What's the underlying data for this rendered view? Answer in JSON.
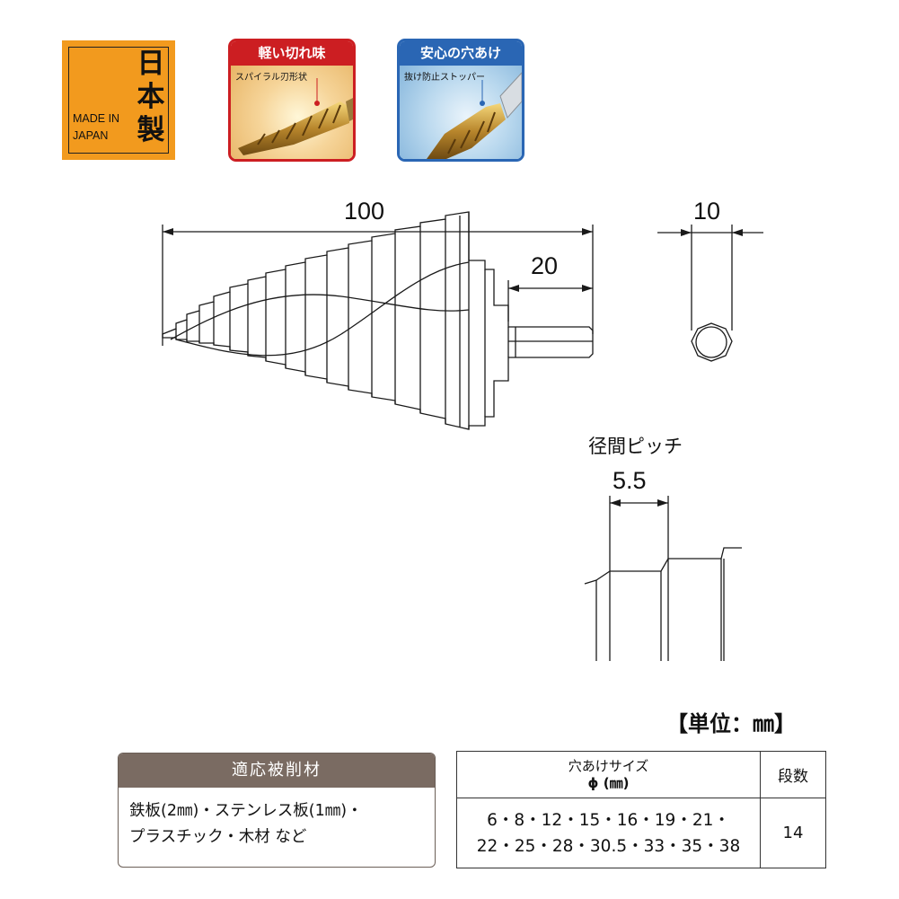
{
  "badges": {
    "made_in_japan": {
      "kanji": [
        "日",
        "本",
        "製"
      ],
      "english": [
        "MADE IN",
        "JAPAN"
      ]
    },
    "light_cut": {
      "title": "軽い切れ味",
      "caption": "スパイラル刃形状"
    },
    "safe_drill": {
      "title": "安心の穴あけ",
      "caption": "抜け防止ストッパー"
    }
  },
  "drawing": {
    "overall_length": "100",
    "shank_length": "20",
    "shank_width": "10",
    "pitch_label": "径間ピッチ",
    "pitch_value": "5.5"
  },
  "unit_label": "【単位：㎜】",
  "materials": {
    "header": "適応被削材",
    "lines": [
      "鉄板(2㎜)・ステンレス板(1㎜)・",
      "プラスチック・木材 など"
    ]
  },
  "spec": {
    "col1_header_line1": "穴あけサイズ",
    "col1_header_line2": "ϕ (㎜)",
    "col2_header": "段数",
    "sizes_line1": "6・8・12・15・16・19・21・",
    "sizes_line2": "22・25・28・30.5・33・35・38",
    "steps": "14"
  },
  "colors": {
    "orange": "#f29a1e",
    "red": "#cc1e22",
    "blue": "#2a66b4",
    "header_brown": "#7a6b62"
  }
}
